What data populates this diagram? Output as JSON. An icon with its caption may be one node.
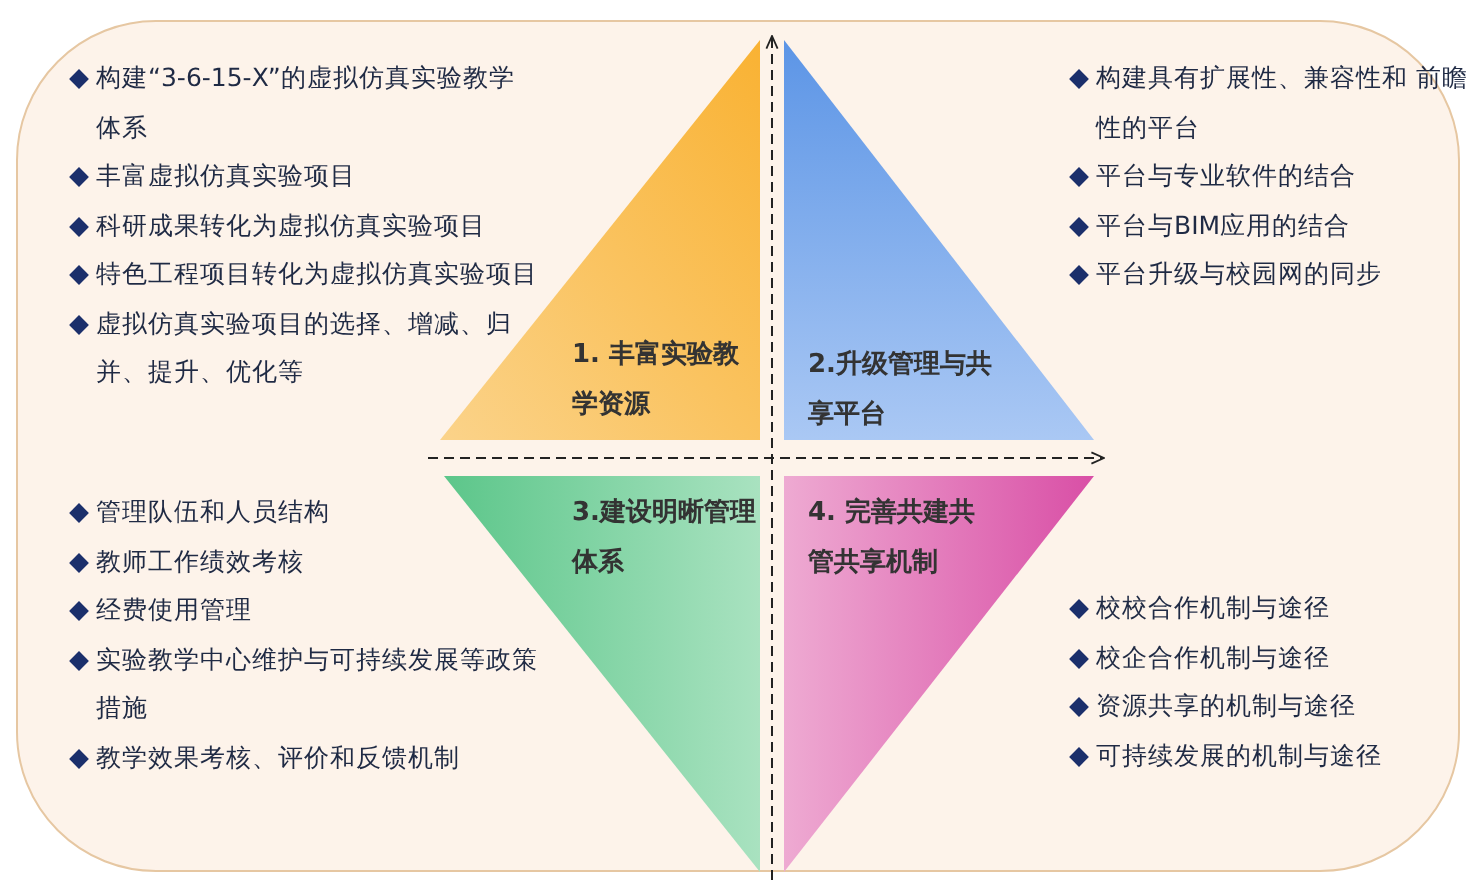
{
  "diagram": {
    "nodes": [
      {
        "text": [
          "1. 丰富实验教学资源"
        ],
        "beside": [
          "构建“3-6-15-X”的虚拟仿真实验教学体系",
          "丰富虚拟仿真实验项目",
          "科研成果转化为虚拟仿真实验项目",
          "特色工程项目转化为虚拟仿真实验项目",
          "虚拟仿真实验项目的选择、增减、归并、提升、优化等"
        ]
      },
      {
        "text": [
          "2.升级管理与共享平台"
        ],
        "beside": [
          "构建具有扩展性、兼容性和 前瞻性的平台",
          "平台与专业软件的结合",
          "平台与BIM应用的结合",
          "平台升级与校园网的同步"
        ]
      },
      {
        "text": [
          "3.建设明晰管理体系"
        ],
        "beside": [
          "管理队伍和人员结构",
          "教师工作绩效考核",
          "经费使用管理",
          "实验教学中心维护与可持续发展等政策措施",
          "教学效果考核、评价和反馈机制"
        ]
      },
      {
        "text": [
          "4. 完善共建共管共享机制"
        ],
        "beside": [
          "校校合作机制与途径",
          "校企合作机制与途径",
          "资源共享的机制与途径",
          "可持续发展的机制与途径"
        ]
      }
    ],
    "edges": []
  }
}
